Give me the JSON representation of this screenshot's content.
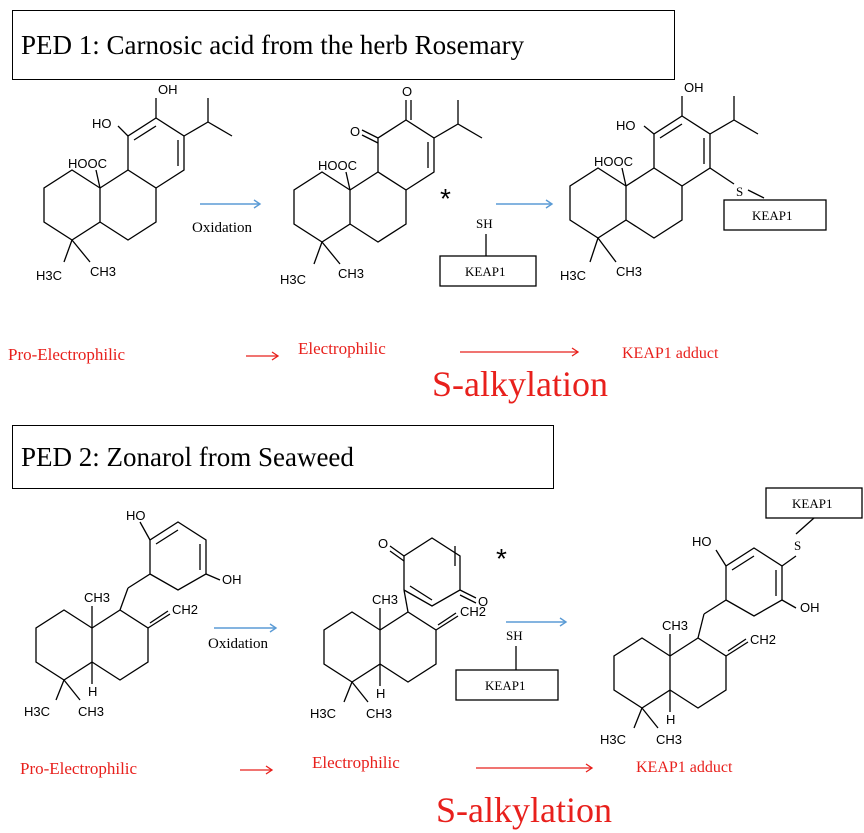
{
  "ped1": {
    "title": "PED 1: Carnosic acid from the herb Rosemary",
    "oxidation": "Oxidation",
    "sh": "SH",
    "keap_reagent": "KEAP1",
    "keap_adduct": "KEAP1",
    "s_label": "S",
    "asterisk": "*",
    "atoms": {
      "oh": "OH",
      "ho": "HO",
      "hooc": "HOOC",
      "o": "O",
      "h3c": "H3C",
      "ch3": "CH3"
    },
    "stages": {
      "pro": "Pro-Electrophilic",
      "electro": "Electrophilic",
      "adduct": "KEAP1 adduct"
    },
    "s_alkylation": "S-alkylation"
  },
  "ped2": {
    "title": "PED 2: Zonarol from Seaweed",
    "oxidation": "Oxidation",
    "sh": "SH",
    "keap_reagent": "KEAP1",
    "keap_adduct": "KEAP1",
    "s_label": "S",
    "asterisk": "*",
    "atoms": {
      "ho": "HO",
      "oh": "OH",
      "o": "O",
      "ch3": "CH3",
      "ch2": "CH2",
      "h": "H",
      "h3c": "H3C"
    },
    "stages": {
      "pro": "Pro-Electrophilic",
      "electro": "Electrophilic",
      "adduct": "KEAP1 adduct"
    },
    "s_alkylation": "S-alkylation"
  }
}
